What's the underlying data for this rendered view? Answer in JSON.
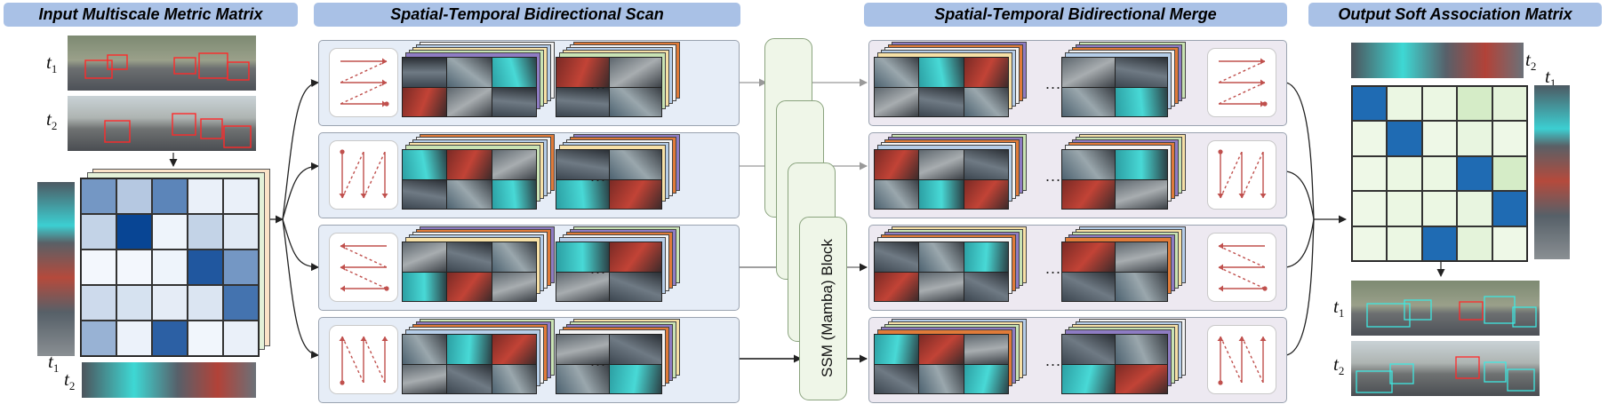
{
  "headers": {
    "input": "Input Multiscale Metric Matrix",
    "scan": "Spatial-Temporal Bidirectional Scan",
    "merge": "Spatial-Temporal Bidirectional Merge",
    "output": "Output Soft Association Matrix"
  },
  "ssm_block": {
    "label": "SSM (Mamba) Block"
  },
  "time_labels": {
    "t1": "t",
    "t1_sub": "1",
    "t2": "t",
    "t2_sub": "2"
  },
  "ellipsis": "...",
  "colors": {
    "header_bg": "#a9c1e6",
    "scan_panel_bg": "#e6edf7",
    "merge_panel_bg": "#ede9f1",
    "ssm_bg": "#eff6e8",
    "arrow_red": "#c0504d",
    "detection_red": "#ff2a2a",
    "detection_cyan": "#3fe7e0",
    "stack_colors": [
      "#e07b39",
      "#8e7cc3",
      "#c9e3b4",
      "#f6e0a6",
      "#b5cde8",
      "#f3f3f3"
    ]
  },
  "input_matrix": [
    [
      0.55,
      0.28,
      0.65,
      0.06,
      0.06
    ],
    [
      0.22,
      1.0,
      0.04,
      0.22,
      0.1
    ],
    [
      0.02,
      0.02,
      0.04,
      0.9,
      0.55
    ],
    [
      0.18,
      0.14,
      0.08,
      0.12,
      0.75
    ],
    [
      0.4,
      0.05,
      0.85,
      0.03,
      0.06
    ]
  ],
  "output_matrix": [
    [
      1.0,
      0.1,
      0.1,
      0.25,
      0.15
    ],
    [
      0.08,
      1.0,
      0.08,
      0.12,
      0.08
    ],
    [
      0.08,
      0.1,
      0.1,
      1.0,
      0.25
    ],
    [
      0.08,
      0.1,
      0.1,
      0.12,
      1.0
    ],
    [
      0.08,
      0.1,
      1.0,
      0.15,
      0.08
    ]
  ],
  "scan_patterns": [
    "row-zigzag-right",
    "column-zigzag-down",
    "row-zigzag-left",
    "column-zigzag-up"
  ],
  "merge_patterns": [
    "row-zigzag-right",
    "column-zigzag-down",
    "row-zigzag-left",
    "column-zigzag-up"
  ]
}
